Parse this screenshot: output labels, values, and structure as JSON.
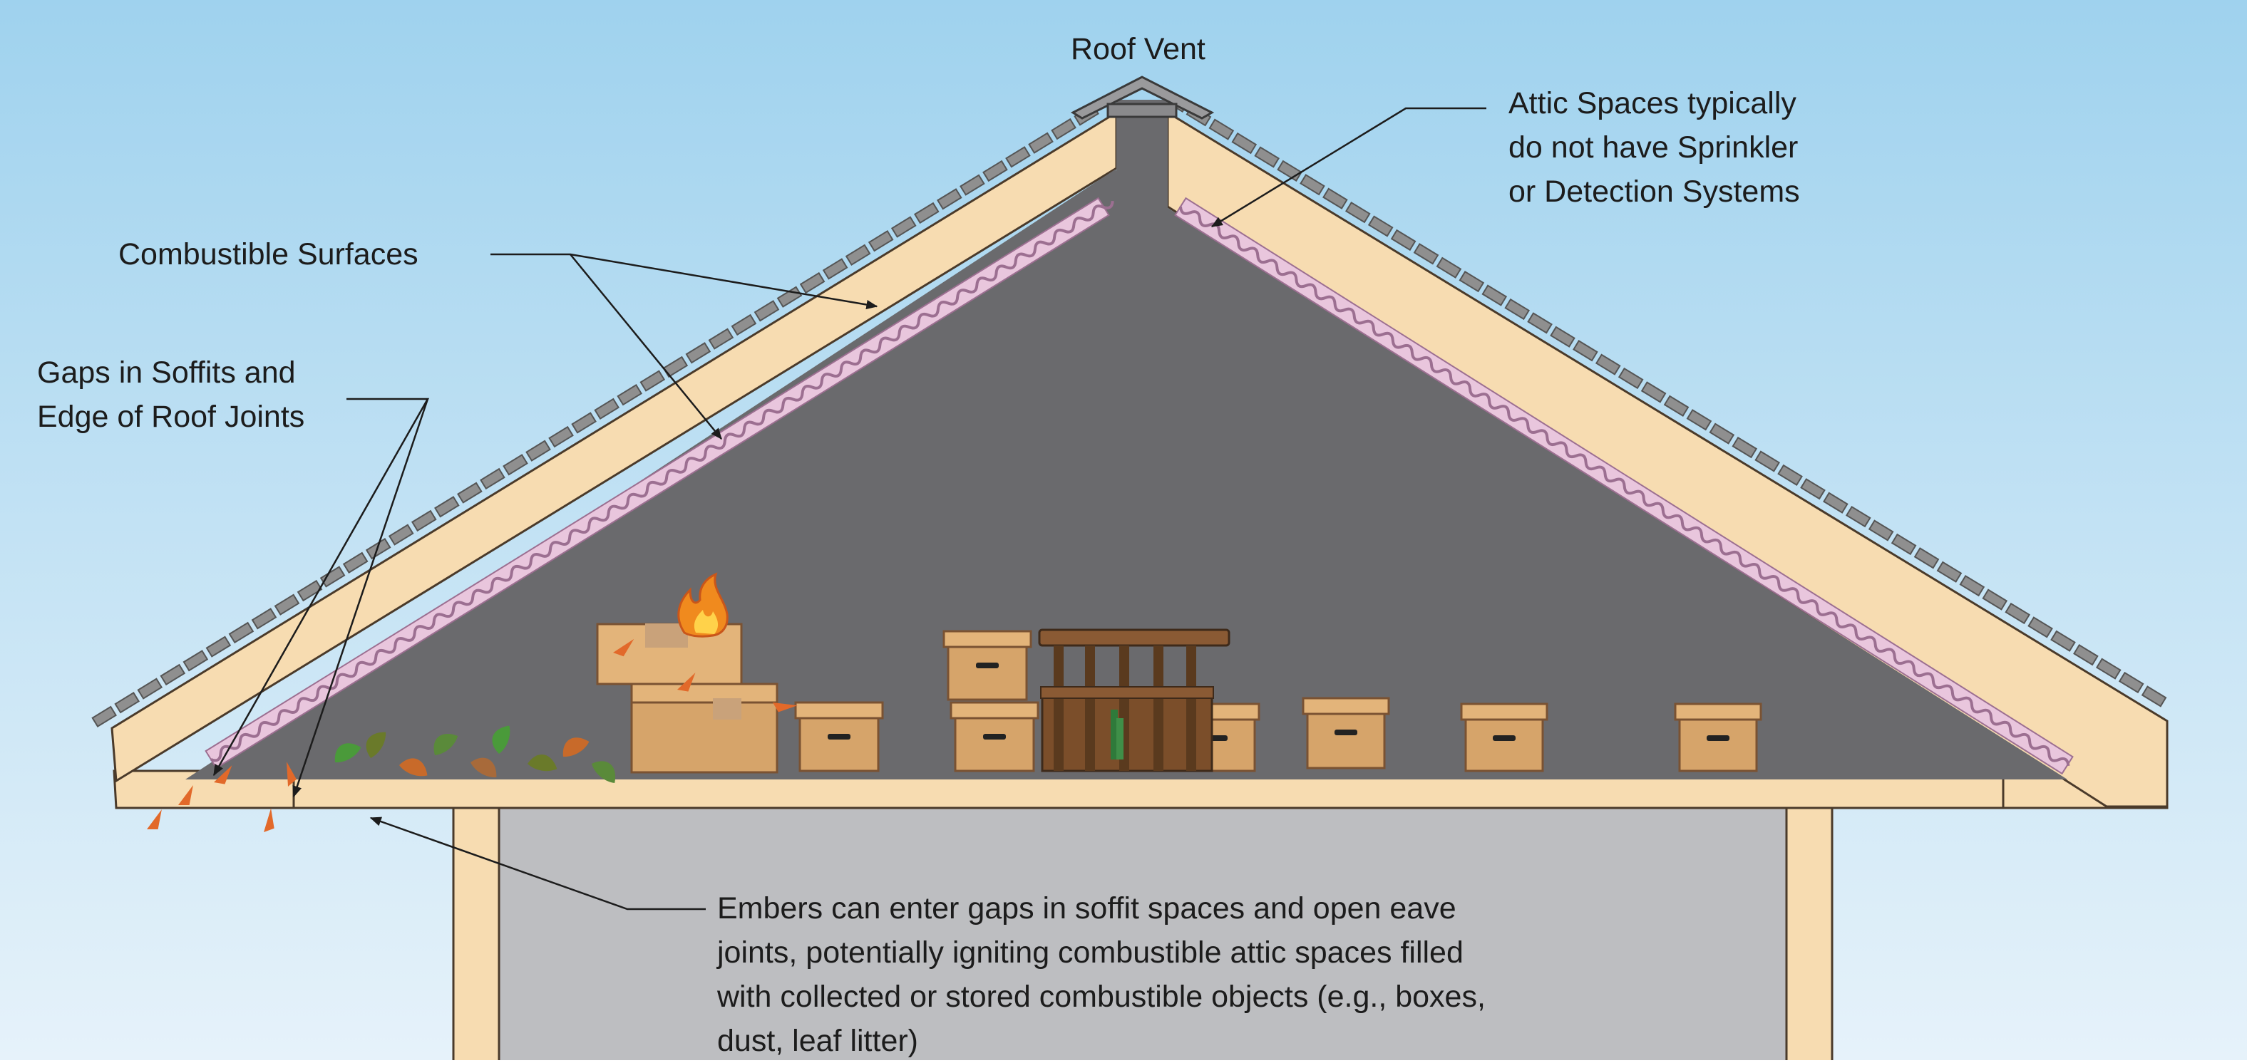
{
  "labels": {
    "roof_vent": "Roof Vent",
    "attic_spaces": [
      "Attic Spaces typically",
      "do not have Sprinkler",
      "or Detection Systems"
    ],
    "combustible_surfaces": "Combustible Surfaces",
    "gaps": [
      "Gaps in Soffits and",
      "Edge of Roof Joints"
    ],
    "embers": [
      "Embers can enter gaps in soffit spaces and open eave",
      "joints, potentially igniting  combustible attic spaces filled",
      "with collected or stored combustible objects (e.g., boxes,",
      "dust, leaf litter)"
    ]
  },
  "colors": {
    "sky_top": "#9fd2ee",
    "sky_bottom": "#e6f2fa",
    "wood": "#f7dcb1",
    "wood_stroke": "#4a3a2a",
    "attic_dark": "#6a6a6d",
    "interior": "#bdbec1",
    "insulation": "#e9c6dd",
    "insulation_stroke": "#9c6f91",
    "shingle": "#8f8f8f",
    "box": "#d6a46a",
    "box_lid": "#e3b47a",
    "flame": "#f08a1e",
    "ember": "#e2692a",
    "leaf": "#4a9a3a"
  },
  "icons": [
    "roof-vent-icon",
    "flame-icon",
    "ember-icon",
    "leaf-icon",
    "storage-box-icon",
    "wooden-crate-icon"
  ]
}
